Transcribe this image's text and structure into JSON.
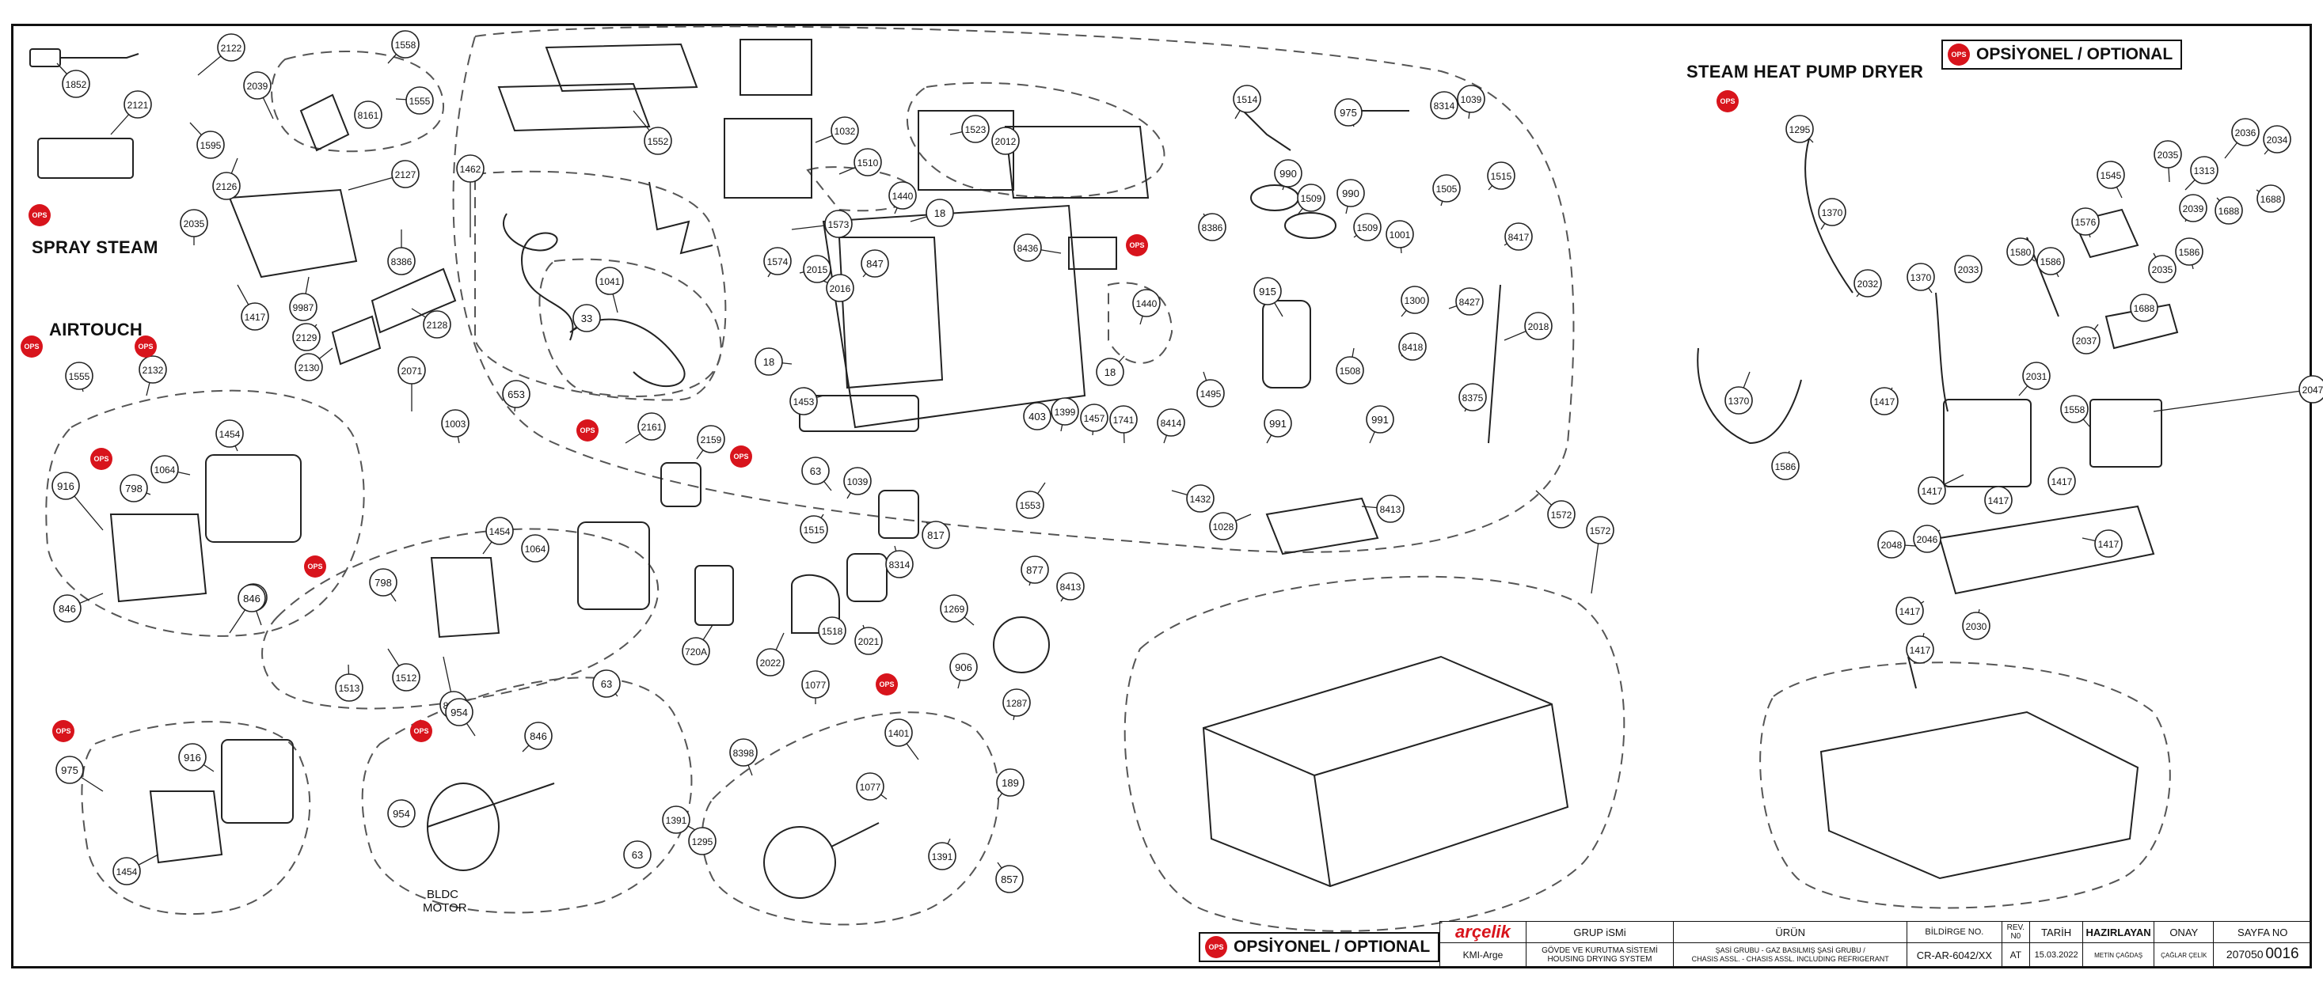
{
  "headings": {
    "spray_steam": "SPRAY STEAM",
    "airtouch": "AIRTOUCH",
    "steam_heat_pump_dryer": "STEAM HEAT PUMP DRYER",
    "motor_label": "BLDC\nMOTOR"
  },
  "ops_badge_text": "OPS",
  "legend": {
    "top_right": "OPSİYONEL / OPTIONAL",
    "bottom": "OPSİYONEL / OPTIONAL"
  },
  "part_labels": [
    "1852",
    "2122",
    "2039",
    "1558",
    "1555",
    "2121",
    "1595",
    "2126",
    "8161",
    "2127",
    "8386",
    "2035",
    "1417",
    "9987",
    "2128",
    "2129",
    "2130",
    "1462",
    "1552",
    "1032",
    "1510",
    "1523",
    "2012",
    "1440",
    "18",
    "1573",
    "2015",
    "2016",
    "847",
    "1574",
    "1041",
    "33",
    "8436",
    "1514",
    "975",
    "8314",
    "1039",
    "8386",
    "990",
    "1509",
    "990",
    "1509",
    "1505",
    "1515",
    "1001",
    "8417",
    "915",
    "1300",
    "8427",
    "2018",
    "1508",
    "8418",
    "1440",
    "18",
    "18",
    "1453",
    "403",
    "1399",
    "1457",
    "1741",
    "8414",
    "1495",
    "8375",
    "991",
    "991",
    "1553",
    "1432",
    "1028",
    "8413",
    "1572",
    "1572",
    "2071",
    "1003",
    "653",
    "2161",
    "2159",
    "1555",
    "2132",
    "916",
    "1454",
    "1064",
    "798",
    "846",
    "916",
    "1454",
    "1064",
    "798",
    "846",
    "1512",
    "1513",
    "8388",
    "63",
    "1039",
    "1515",
    "8314",
    "817",
    "720A",
    "2022",
    "1518",
    "2021",
    "1269",
    "877",
    "8413",
    "906",
    "1287",
    "975",
    "916",
    "1454",
    "846",
    "954",
    "954",
    "63",
    "1077",
    "8398",
    "1391",
    "1295",
    "63",
    "1401",
    "1077",
    "189",
    "1391",
    "857",
    "1295",
    "1370",
    "2032",
    "1370",
    "2033",
    "1580",
    "1586",
    "1576",
    "1545",
    "2035",
    "1313",
    "2039",
    "2036",
    "2034",
    "1688",
    "1688",
    "2035",
    "1586",
    "1688",
    "2037",
    "1417",
    "1370",
    "1586",
    "2031",
    "2047",
    "1558",
    "1417",
    "1417",
    "1417",
    "2046",
    "2048",
    "1417",
    "1417",
    "2030",
    "1417",
    "1595"
  ],
  "title_block": {
    "company": "arçelik",
    "headers": {
      "group": "GRUP iSMi",
      "product": "ÜRÜN",
      "doc_no": "BİLDİRGE NO.",
      "rev": "REV. N0",
      "date": "TARİH",
      "prepared": "HAZIRLAYAN",
      "approval": "ONAY",
      "page": "SAYFA NO"
    },
    "values": {
      "dept": "KMI-Arge",
      "group": "GÖVDE VE KURUTMA SİSTEMİ\nHOUSING DRYING SYSTEM",
      "product": "ŞASİ GRUBU - GAZ BASILMIŞ ŞASİ GRUBU /\nCHASIS ASSL. - CHASIS ASSL. INCLUDING REFRIGERANT",
      "doc_no": "CR-AR-6042/XX",
      "rev": "AT",
      "date": "15.03.2022",
      "prepared": "METİN ÇAĞDAŞ",
      "approval": "ÇAĞLAR ÇELİK",
      "page_a": "207050",
      "page_b": "0016"
    }
  }
}
